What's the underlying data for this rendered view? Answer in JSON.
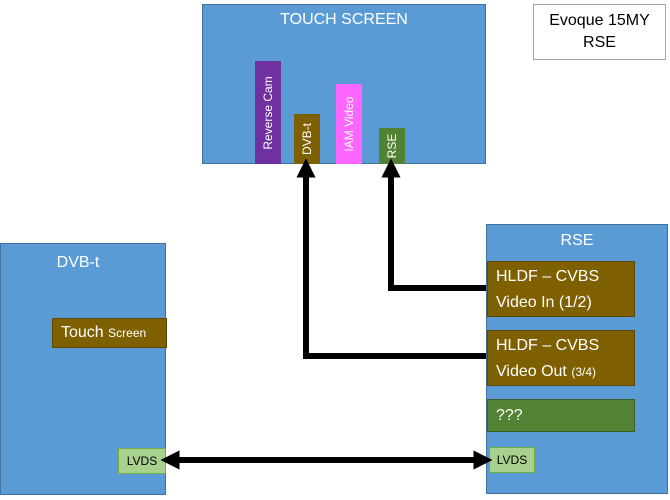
{
  "top_screen": {
    "title": "TOUCH SCREEN",
    "bars": {
      "reverse_cam": "Reverse Cam",
      "dvb_t": "DVB-t",
      "iam_video": "IAM Video",
      "rse": "RSE"
    }
  },
  "label_box": {
    "line1": "Evoque 15MY",
    "line2": "RSE"
  },
  "left_unit": {
    "title": "DVB-t",
    "touch_main": "Touch",
    "touch_small": "Screen",
    "lvds": "LVDS"
  },
  "right_unit": {
    "title": "RSE",
    "video_in_line1": "HLDF – CVBS",
    "video_in_line2": "Video In (1/2)",
    "video_out_line1": "HLDF – CVBS",
    "video_out_line2_main": "Video Out",
    "video_out_line2_small": "(3/4)",
    "unknown": "???",
    "lvds": "LVDS"
  },
  "colors": {
    "unit_blue": "#5b9bd5",
    "reverse_cam": "#7030a0",
    "dvb_t": "#7f6000",
    "iam_video": "#ff66ff",
    "rse": "#548235",
    "lvds": "#a9d18e",
    "wire": "#000000"
  }
}
